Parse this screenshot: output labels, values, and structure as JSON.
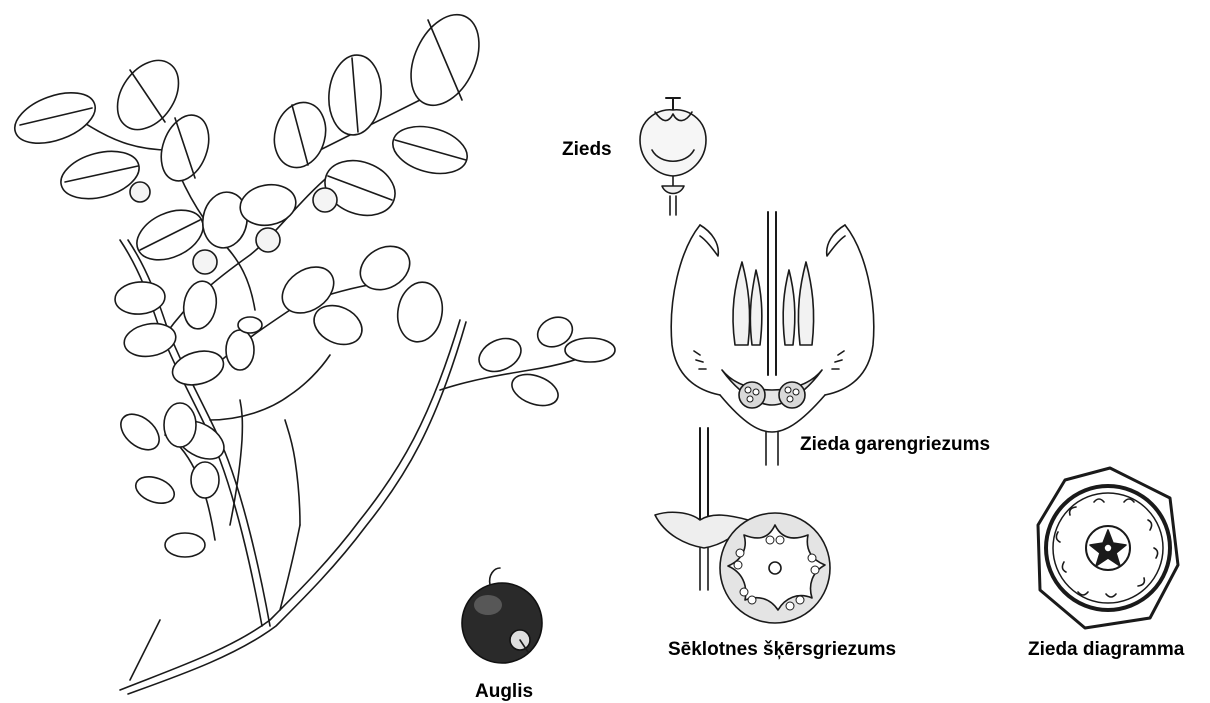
{
  "labels": {
    "flower": "Zieds",
    "flower_section": "Zieda garengriezums",
    "ovary_cross_section": "Sēklotnes šķērsgriezums",
    "flower_diagram": "Zieda diagramma",
    "fruit": "Auglis"
  },
  "colors": {
    "ink": "#1a1a1a",
    "background": "#ffffff",
    "fruit": "#2a2a2a",
    "leaf_fill": "#ffffff"
  }
}
